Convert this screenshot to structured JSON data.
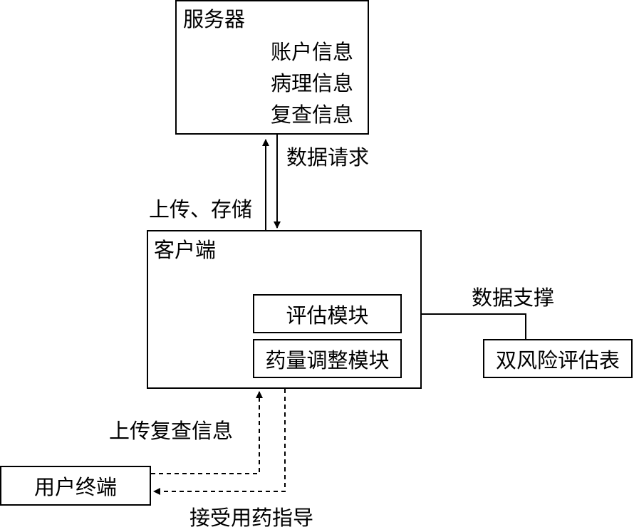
{
  "server": {
    "title": "服务器",
    "items": [
      "账户信息",
      "病理信息",
      "复查信息"
    ]
  },
  "links": {
    "data_request": "数据请求",
    "upload_store": "上传、存储",
    "data_support": "数据支撑",
    "upload_followup": "上传复查信息",
    "receive_guidance": "接受用药指导"
  },
  "client": {
    "title": "客户端",
    "modules": [
      "评估模块",
      "药量调整模块"
    ]
  },
  "risk_table": {
    "label": "双风险评估表"
  },
  "user_terminal": {
    "label": "用户终端"
  }
}
